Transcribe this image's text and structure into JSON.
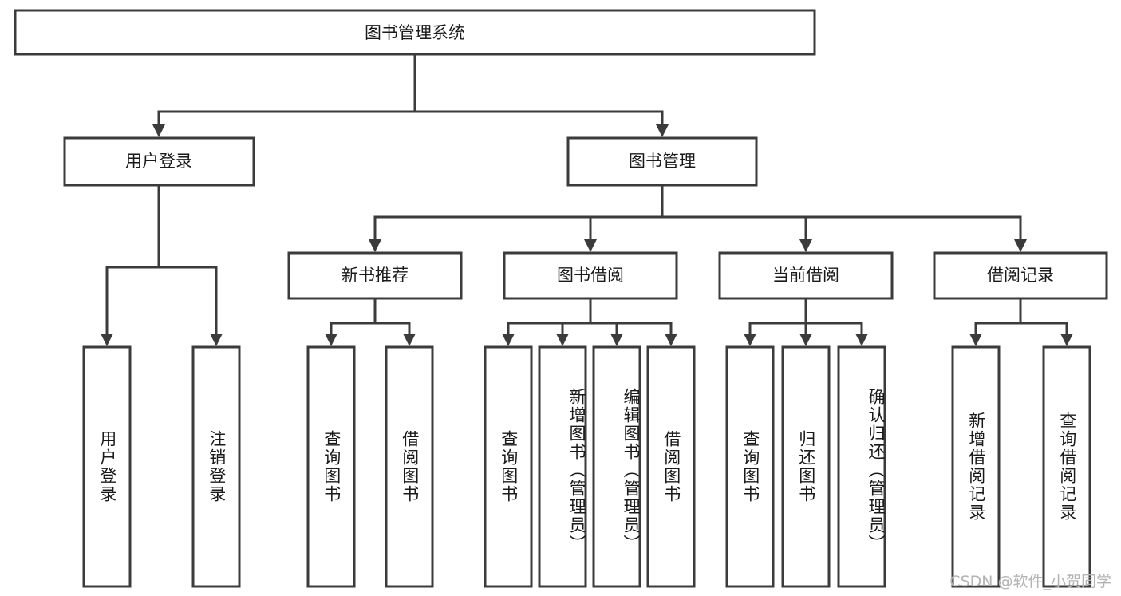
{
  "diagram": {
    "title": "图书管理系统",
    "type": "hierarchy-tree",
    "colors": {
      "stroke": "#3b3b3b",
      "fill": "#ffffff",
      "text": "#1a1a1a",
      "watermark": "#b4b4b4"
    },
    "root": {
      "label": "图书管理系统"
    },
    "level2": [
      {
        "label": "用户登录"
      },
      {
        "label": "图书管理"
      }
    ],
    "level3": [
      {
        "label": "新书推荐"
      },
      {
        "label": "图书借阅"
      },
      {
        "label": "当前借阅"
      },
      {
        "label": "借阅记录"
      }
    ],
    "leaves": {
      "user_login": [
        {
          "label": "用户登录"
        },
        {
          "label": "注销登录"
        }
      ],
      "new_book_recommend": [
        {
          "label": "查询图书"
        },
        {
          "label": "借阅图书"
        }
      ],
      "book_borrow": [
        {
          "label": "查询图书"
        },
        {
          "label": "新增图书（管理员）"
        },
        {
          "label": "编辑图书（管理员）"
        },
        {
          "label": "借阅图书"
        }
      ],
      "current_borrow": [
        {
          "label": "查询图书"
        },
        {
          "label": "归还图书"
        },
        {
          "label": "确认归还（管理员）"
        }
      ],
      "borrow_record": [
        {
          "label": "新增借阅记录"
        },
        {
          "label": "查询借阅记录"
        }
      ]
    }
  },
  "watermark": {
    "text": "CSDN @软件_小贺同学"
  }
}
